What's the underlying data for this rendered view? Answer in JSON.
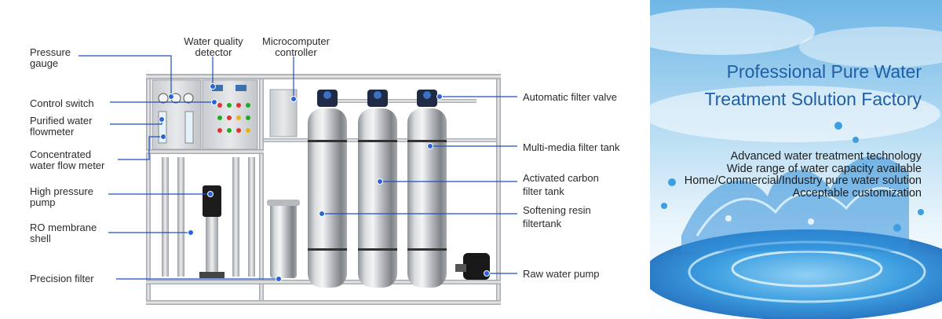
{
  "labels_left": [
    {
      "id": "pressure-gauge",
      "text": "Pressure\ngauge"
    },
    {
      "id": "control-switch",
      "text": "Control switch"
    },
    {
      "id": "purified-water-flowmeter",
      "text": "Purified water\nflowmeter"
    },
    {
      "id": "concentrated-water-flow-meter",
      "text": "Concentrated\nwater flow meter"
    },
    {
      "id": "high-pressure-pump",
      "text": "High pressure\npump"
    },
    {
      "id": "ro-membrane-shell",
      "text": "RO membrane\nshell"
    },
    {
      "id": "precision-filter",
      "text": "Precision filter"
    }
  ],
  "labels_top": [
    {
      "id": "water-quality-detector",
      "text": "Water quality\ndetector"
    },
    {
      "id": "microcomputer-controller",
      "text": "Microcomputer\ncontroller"
    }
  ],
  "labels_right": [
    {
      "id": "automatic-filter-valve",
      "text": "Automatic filter valve"
    },
    {
      "id": "multi-media-filter-tank",
      "text": "Multi-media filter tank"
    },
    {
      "id": "activated-carbon-filter-tank",
      "text": "Activated carbon\nfilter tank"
    },
    {
      "id": "softening-resin-filtertank",
      "text": "Softening resin\nfiltertank"
    },
    {
      "id": "raw-water-pump",
      "text": "Raw water pump"
    }
  ],
  "panel": {
    "title": "Professional Pure Water\nTreatment Solution Factory",
    "features": "Advanced water treatment technology\nWide range of water capacity available\nHome/Commercial/Industry pure water solution\nAcceptable customization"
  },
  "colors": {
    "leader": "#1f4fbf",
    "dot": "#2a64d6",
    "title": "#1e5fa8",
    "sky": "#6fb6e6",
    "water": "#2f8ed8"
  }
}
